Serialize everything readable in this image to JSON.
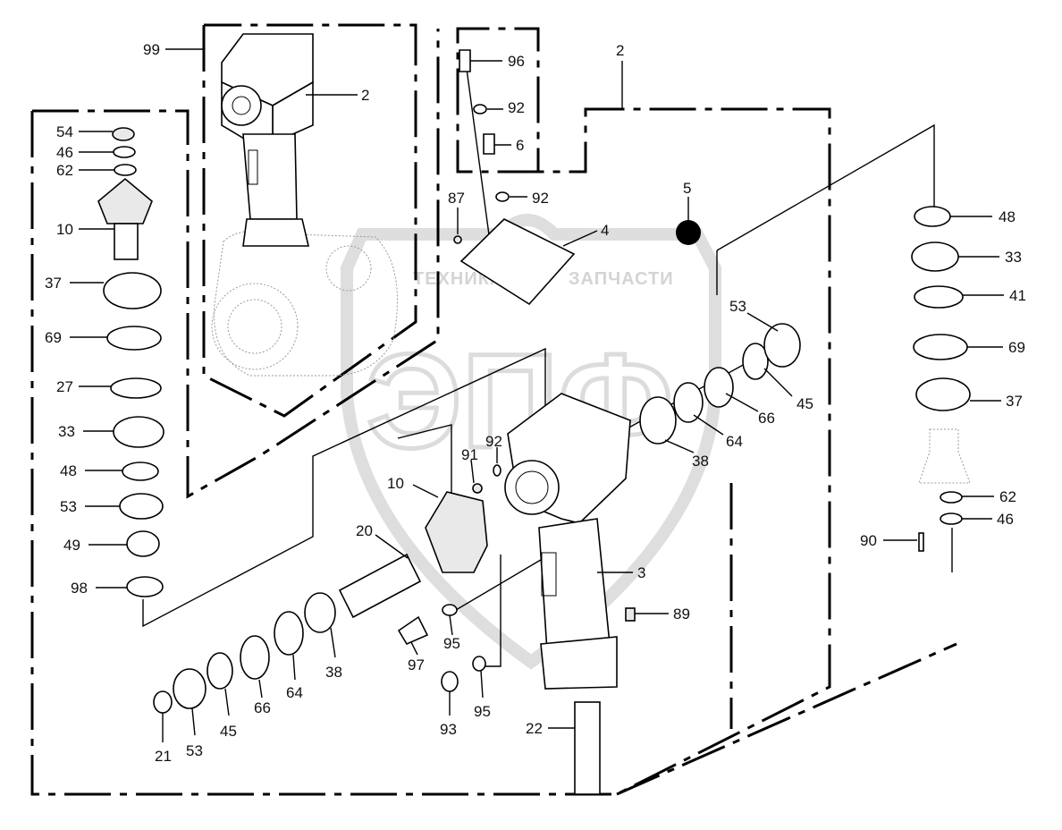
{
  "watermark": {
    "company": "ТЕХНИКА",
    "company2": "ЗАПЧАСТИ",
    "letters": "ЭПФ"
  },
  "callouts": {
    "c99": "99",
    "c2a": "2",
    "c2b": "2",
    "c96": "96",
    "c92a": "92",
    "c6": "6",
    "c92b": "92",
    "c87": "87",
    "c5": "5",
    "c4": "4",
    "c54": "54",
    "c46a": "46",
    "c62a": "62",
    "c10a": "10",
    "c37a": "37",
    "c69a": "69",
    "c27": "27",
    "c33a": "33",
    "c48a": "48",
    "c53a": "53",
    "c49": "49",
    "c98": "98",
    "c48b": "48",
    "c33b": "33",
    "c41": "41",
    "c69b": "69",
    "c37b": "37",
    "c62b": "62",
    "c46b": "46",
    "c90": "90",
    "c53b": "53",
    "c45a": "45",
    "c66a": "66",
    "c64a": "64",
    "c38a": "38",
    "c92c": "92",
    "c91": "91",
    "c10b": "10",
    "c20": "20",
    "c3": "3",
    "c89": "89",
    "c95a": "95",
    "c97": "97",
    "c93": "93",
    "c95b": "95",
    "c22": "22",
    "c38b": "38",
    "c64b": "64",
    "c66b": "66",
    "c45b": "45",
    "c53c": "53",
    "c21": "21"
  }
}
